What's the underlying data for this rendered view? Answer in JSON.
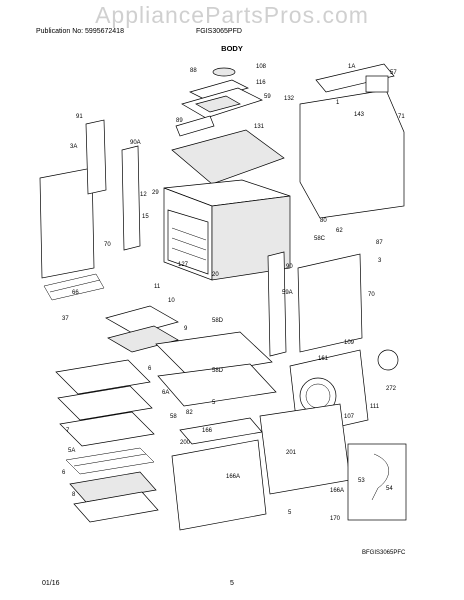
{
  "watermark": "AppliancePartsPros.com",
  "header": {
    "publication": "Publication No: 5995672418",
    "model": "FGIS3065PFD"
  },
  "title": "BODY",
  "footer": {
    "date": "01/16",
    "page": "5"
  },
  "reference_code": "BFGIS3065PFC",
  "callouts": [
    "88",
    "108",
    "116",
    "59",
    "132",
    "1A",
    "57",
    "89",
    "1",
    "143",
    "71",
    "91",
    "131",
    "3A",
    "90A",
    "12",
    "29",
    "15",
    "58C",
    "80",
    "62",
    "87",
    "70",
    "127",
    "20",
    "3",
    "90",
    "59A",
    "66",
    "11",
    "37",
    "10",
    "9",
    "58D",
    "58D",
    "6",
    "5",
    "161",
    "109",
    "272",
    "111",
    "6A",
    "58",
    "82",
    "107",
    "7",
    "200",
    "166",
    "5A",
    "201",
    "166A",
    "6",
    "166A",
    "8",
    "53",
    "54",
    "5",
    "170",
    "70"
  ]
}
